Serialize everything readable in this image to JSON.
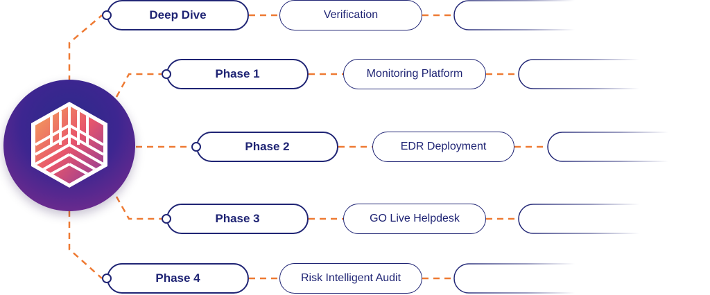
{
  "colors": {
    "navy": "#1f2474",
    "connector": "#ee7a33",
    "hub_dark": "#2b2a8a",
    "hub_purple": "#7a2c8c"
  },
  "hub": {
    "icon": "hexagon-logo-icon"
  },
  "rows": [
    {
      "phase": "Deep Dive",
      "step": "Verification"
    },
    {
      "phase": "Phase 1",
      "step": "Monitoring Platform"
    },
    {
      "phase": "Phase 2",
      "step": "EDR Deployment"
    },
    {
      "phase": "Phase 3",
      "step": "GO Live Helpdesk"
    },
    {
      "phase": "Phase 4",
      "step": "Risk Intelligent Audit"
    }
  ]
}
